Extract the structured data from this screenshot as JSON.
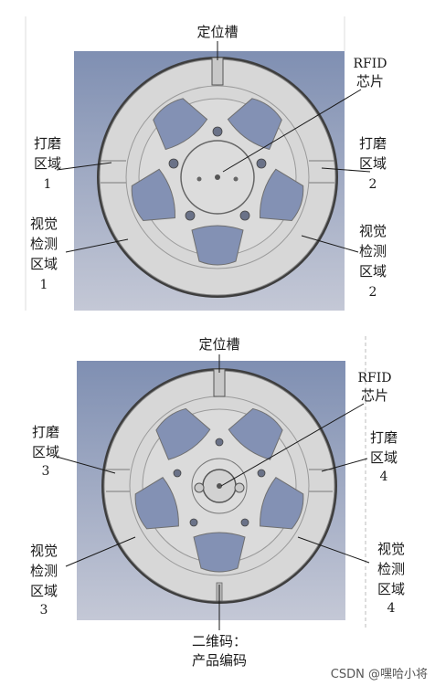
{
  "top_panel": {
    "slot_label": "定位槽",
    "rfid_label": [
      "RFID",
      "芯片"
    ],
    "grind_left": [
      "打磨",
      "区域",
      "1"
    ],
    "grind_right": [
      "打磨",
      "区域",
      "2"
    ],
    "vision_left": [
      "视觉",
      "检测",
      "区域",
      "1"
    ],
    "vision_right": [
      "视觉",
      "检测",
      "区域",
      "2"
    ]
  },
  "bottom_panel": {
    "slot_label": "定位槽",
    "rfid_label": [
      "RFID",
      "芯片"
    ],
    "grind_left": [
      "打磨",
      "区域",
      "3"
    ],
    "grind_right": [
      "打磨",
      "区域",
      "4"
    ],
    "vision_left": [
      "视觉",
      "检测",
      "区域",
      "3"
    ],
    "vision_right": [
      "视觉",
      "检测",
      "区域",
      "4"
    ],
    "qr_label": [
      "二维码：",
      "产品编码"
    ]
  },
  "watermark": "CSDN @嘿哈小将",
  "colors": {
    "panel_top": "#7f8fb2",
    "panel_bottom": "#c2c6d4",
    "wheel_face": "#dcdcdc",
    "wheel_edge": "#555555",
    "hole_fill": "#6a7288"
  }
}
